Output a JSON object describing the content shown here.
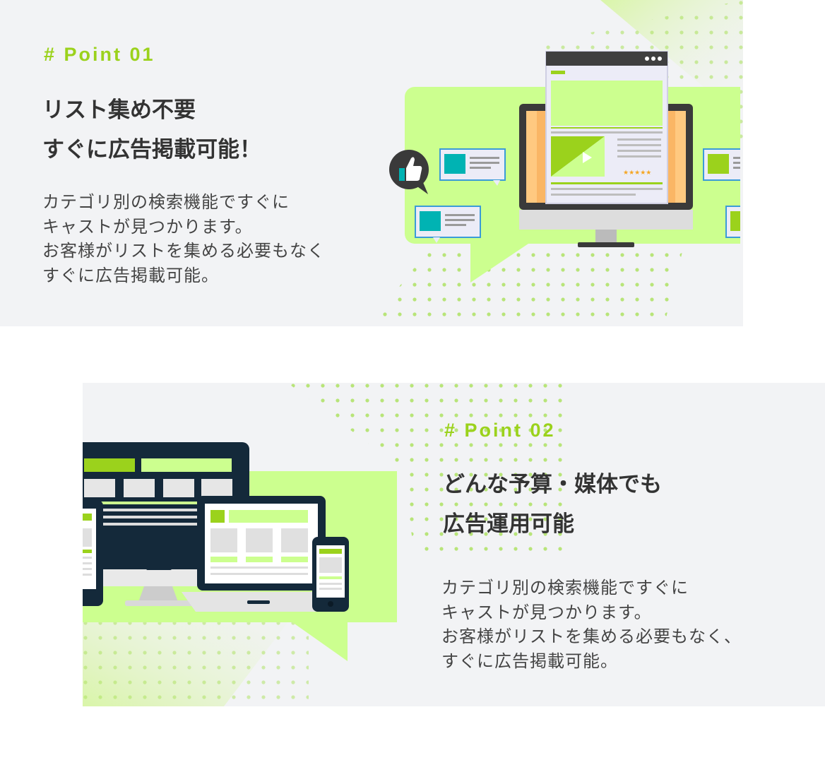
{
  "sections": [
    {
      "label": "# Point 01",
      "heading": [
        "リスト集め不要",
        "すぐに広告掲載可能！"
      ],
      "body": [
        "カテゴリ別の検索機能ですぐに",
        "キャストが見つかります。",
        "お客様がリストを集める必要もなく",
        "すぐに広告掲載可能。"
      ],
      "illustration": "monitor-with-review-bubbles-icon"
    },
    {
      "label": "# Point 02",
      "heading": [
        "どんな予算・媒体でも",
        "広告運用可能"
      ],
      "body": [
        "カテゴリ別の検索機能ですぐに",
        "キャストが見つかります。",
        "お客様がリストを集める必要もなく、",
        "すぐに広告掲載可能。"
      ],
      "illustration": "multi-device-responsive-icon"
    }
  ],
  "colors": {
    "accent": "#9bd21c",
    "light_green": "#ccff8f",
    "panel_bg": "#f2f3f5",
    "dark_navy": "#14293a",
    "teal": "#00b3b3",
    "text": "#333333"
  }
}
